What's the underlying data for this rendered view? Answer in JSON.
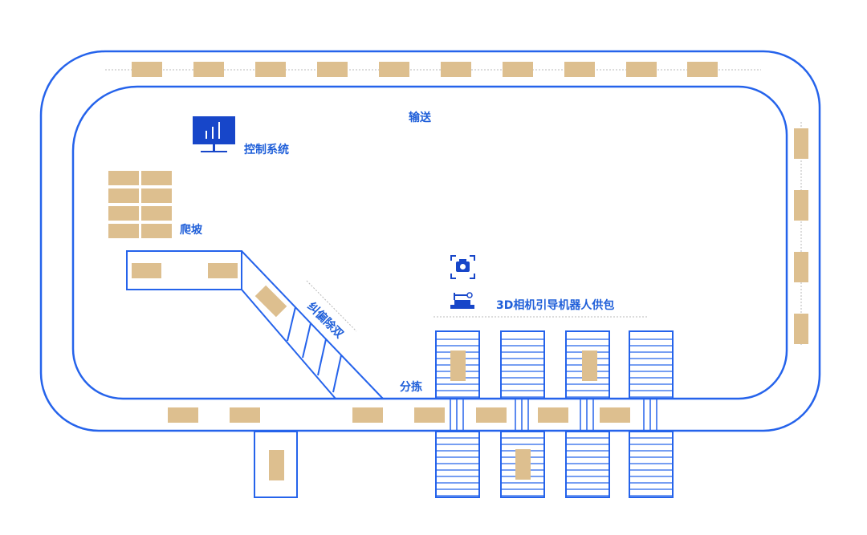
{
  "labels": {
    "conveying": "输送",
    "control_system": "控制系统",
    "climbing": "爬坡",
    "centering_dedouble": "纠偏除双",
    "robot_feeding": "3D相机引导机器人供包",
    "sorting": "分拣"
  },
  "colors": {
    "line": "#2563eb",
    "icon_fill": "#1746c9",
    "parcel": "#ddbf8f",
    "dotted": "#b8b8b8"
  },
  "icons": [
    "monitor-icon",
    "camera-icon",
    "robot-arm-icon"
  ]
}
